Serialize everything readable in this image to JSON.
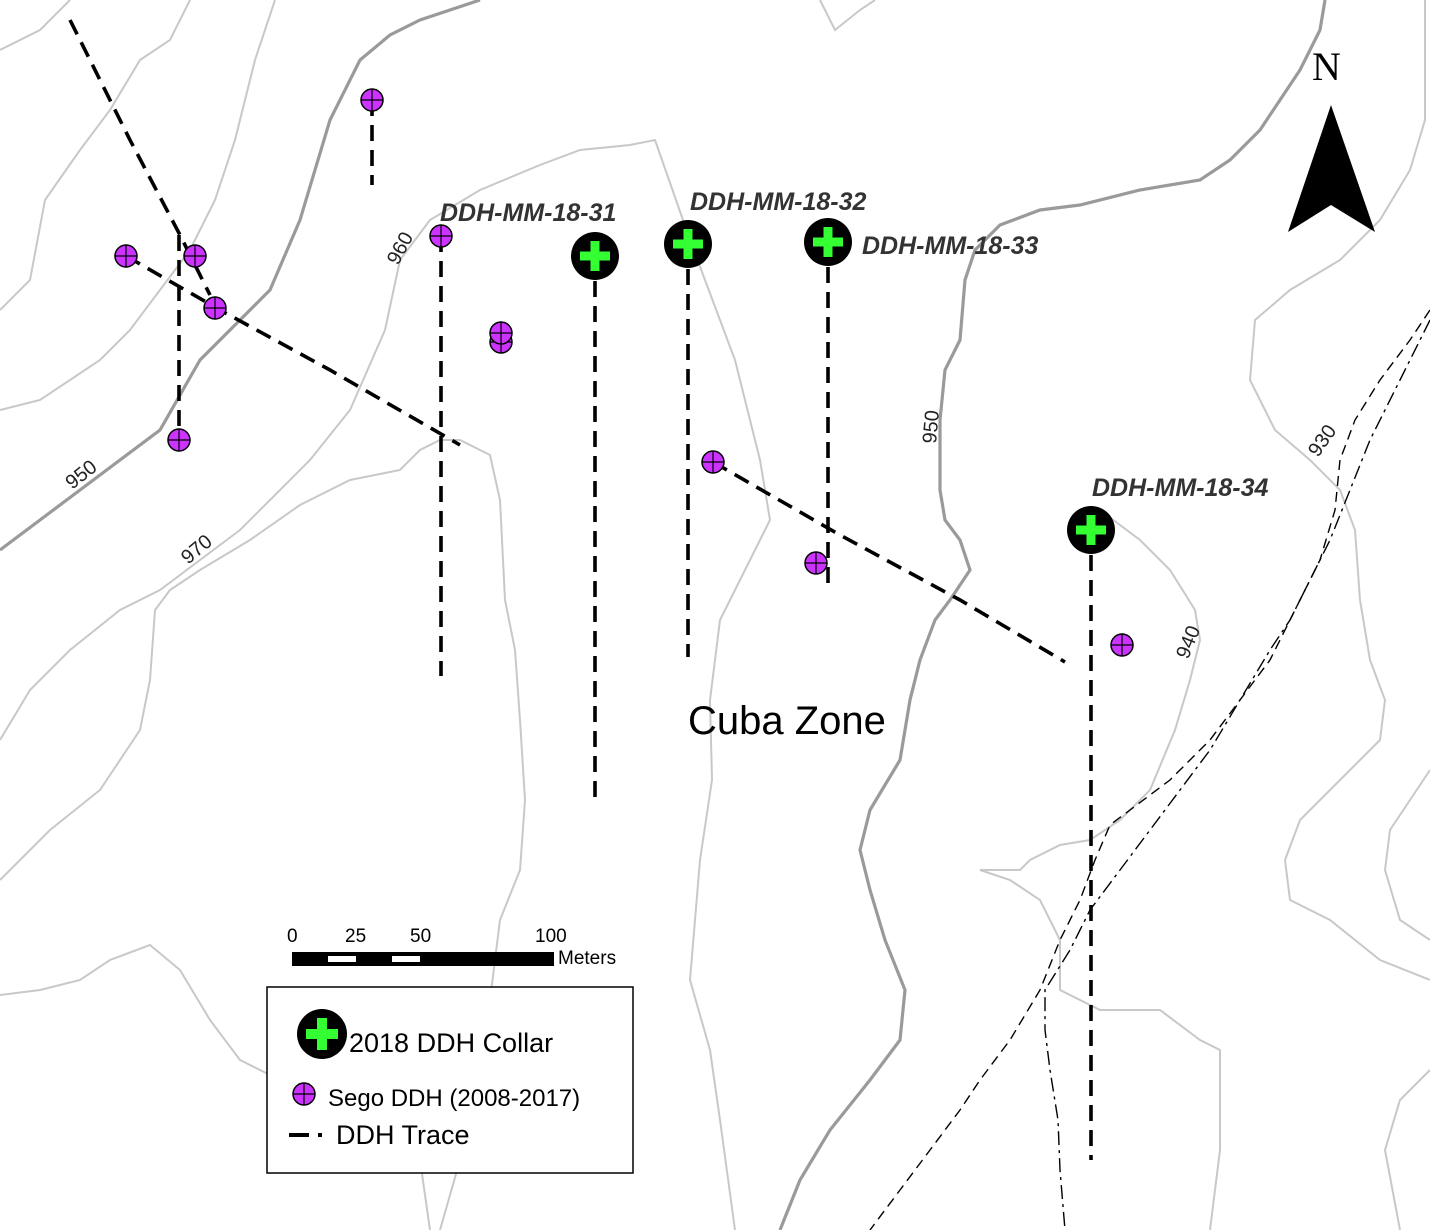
{
  "map": {
    "zone_label": "Cuba Zone",
    "north_label": "N",
    "contour_labels": [
      "950",
      "960",
      "970",
      "950",
      "940",
      "930"
    ],
    "drill_holes_2018": [
      {
        "label": "DDH-MM-18-31"
      },
      {
        "label": "DDH-MM-18-32"
      },
      {
        "label": "DDH-MM-18-33"
      },
      {
        "label": "DDH-MM-18-34"
      }
    ],
    "scale_bar": {
      "ticks": [
        "0",
        "25",
        "50",
        "100"
      ],
      "unit": "Meters"
    },
    "legend": {
      "items": [
        {
          "symbol": "green-cross-collar-icon",
          "label": "2018 DDH Collar"
        },
        {
          "symbol": "purple-collar-icon",
          "label": "Sego DDH (2008-2017)"
        },
        {
          "symbol": "dashed-line-icon",
          "label": "DDH Trace"
        }
      ]
    },
    "colors": {
      "collar_2018_fill": "#000000",
      "collar_2018_cross": "#33ff33",
      "sego_fill": "#cc33ff",
      "contour_light": "#c8c8c8",
      "contour_index": "#9a9a9a"
    }
  }
}
